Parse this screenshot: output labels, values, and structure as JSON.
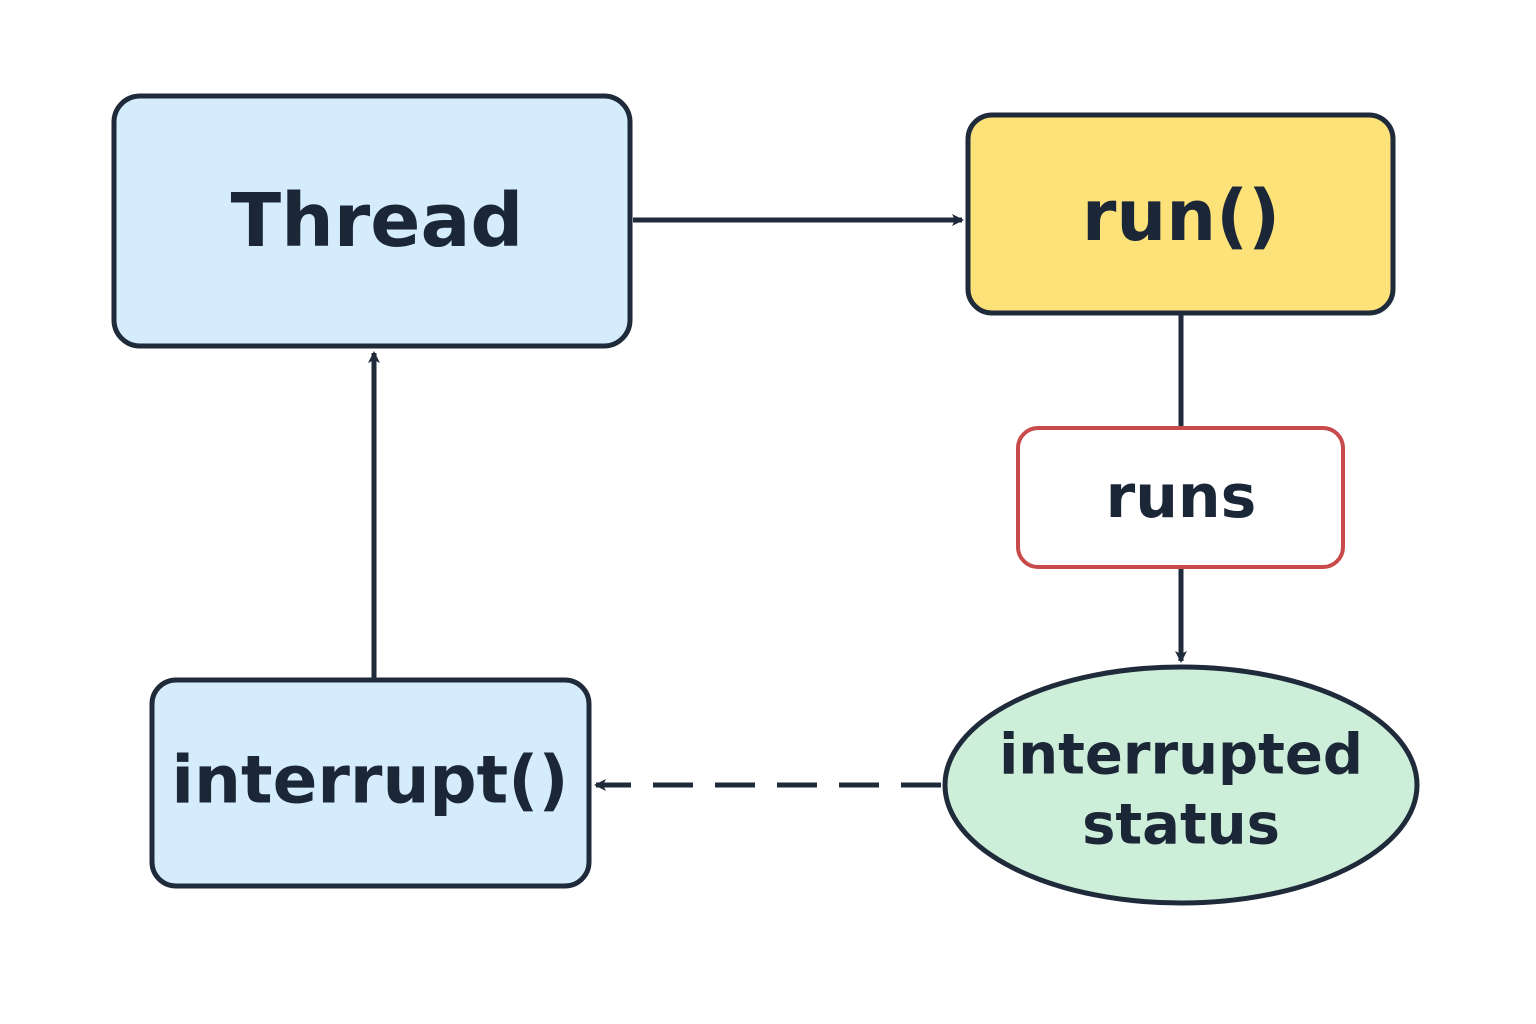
{
  "nodes": {
    "thread": {
      "label": "Thread",
      "fill": "#d4ecfb",
      "stroke": "#1f2a3a"
    },
    "run": {
      "label": "run()",
      "fill": "#fde27a",
      "stroke": "#1f2a3a"
    },
    "runs": {
      "label": "runs",
      "fill": "#ffffff",
      "stroke": "#c94a4a"
    },
    "interrupted_status": {
      "label_line1": "interrupted",
      "label_line2": "status",
      "fill": "#cdeed8",
      "stroke": "#1f2a3a"
    },
    "interrupt": {
      "label": "interrupt()",
      "fill": "#d4ecfb",
      "stroke": "#1f2a3a"
    }
  },
  "edges": [
    {
      "from": "Thread",
      "to": "run()",
      "style": "solid"
    },
    {
      "from": "run()",
      "to": "interrupted status",
      "via": "runs",
      "style": "solid"
    },
    {
      "from": "interrupted status",
      "to": "interrupt()",
      "style": "dashed"
    },
    {
      "from": "interrupt()",
      "to": "Thread",
      "style": "solid"
    }
  ],
  "colors": {
    "line": "#1f2a3a",
    "text": "#1b2637"
  }
}
